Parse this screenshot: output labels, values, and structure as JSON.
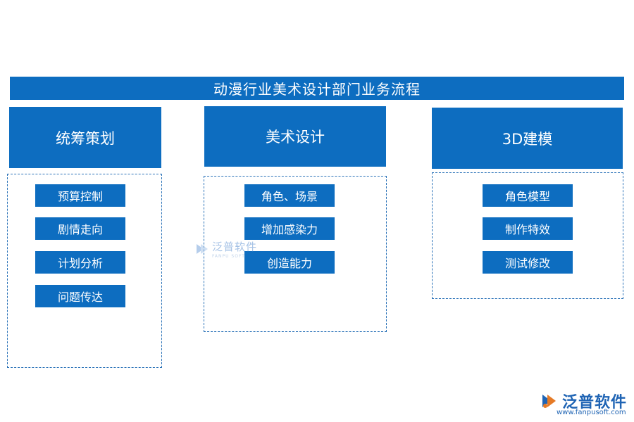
{
  "title": "动漫行业美术设计部门业务流程",
  "columns": [
    {
      "heading": "统筹策划",
      "items": [
        "预算控制",
        "剧情走向",
        "计划分析",
        "问题传达"
      ]
    },
    {
      "heading": "美术设计",
      "items": [
        "角色、场景",
        "增加感染力",
        "创造能力"
      ]
    },
    {
      "heading": "3D建模",
      "items": [
        "角色模型",
        "制作特效",
        "测试修改"
      ]
    }
  ],
  "watermark": {
    "text": "泛普软件",
    "sub": "FANPU SOFT"
  },
  "logo": {
    "text": "泛普软件",
    "url": "www.fanpusoft.com"
  },
  "colors": {
    "primary": "#0d6dc0",
    "dashed_border": "#2a72b8",
    "logo": "#1f64b4"
  }
}
